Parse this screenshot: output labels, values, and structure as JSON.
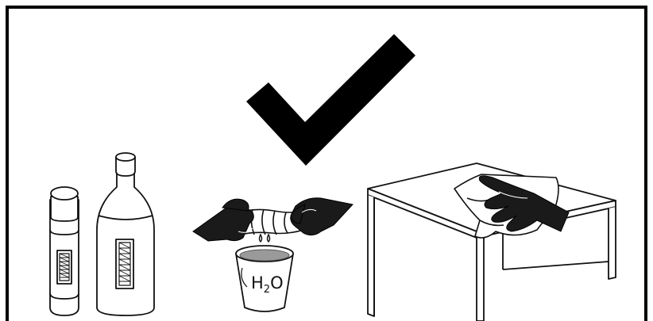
{
  "illustration": {
    "frame_color": "#000000",
    "ink_color": "#111111",
    "paper_color": "#ffffff",
    "glove_color": "#1a1a1a",
    "symbol": "checkmark-icon",
    "objects": [
      "cleaning-agent-tube",
      "cleaning-agent-bottle",
      "bucket-with-cloth",
      "table-being-wiped"
    ],
    "bucket_label": {
      "main": "H",
      "subscript": "2",
      "suffix": "O"
    }
  }
}
